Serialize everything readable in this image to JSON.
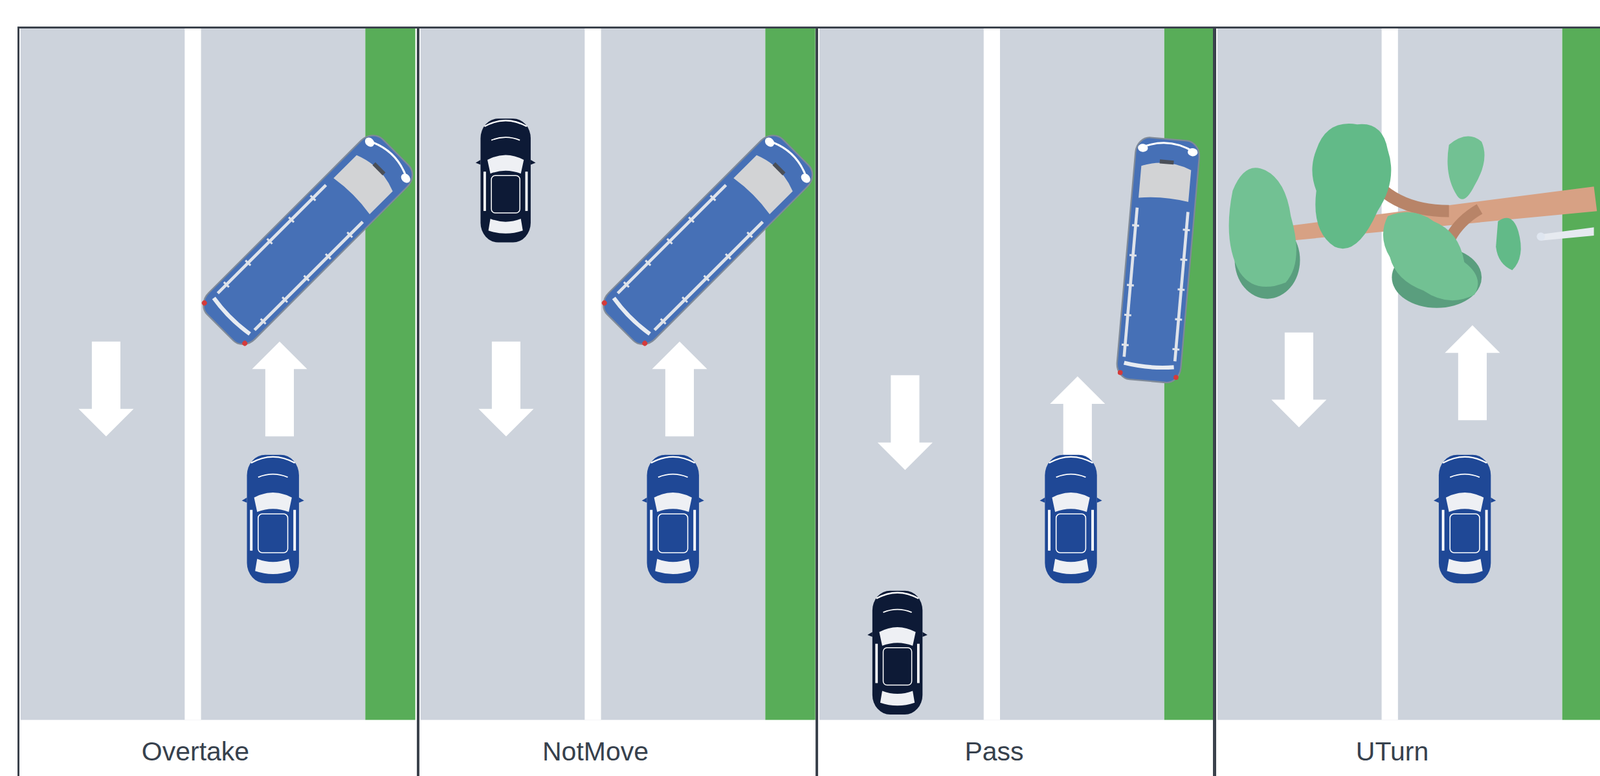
{
  "diagram": {
    "nodes": [
      {
        "text": [
          "Overtake"
        ]
      },
      {
        "text": [
          "NotMove"
        ]
      },
      {
        "text": [
          "Pass"
        ]
      },
      {
        "text": [
          "UTurn"
        ]
      }
    ]
  }
}
